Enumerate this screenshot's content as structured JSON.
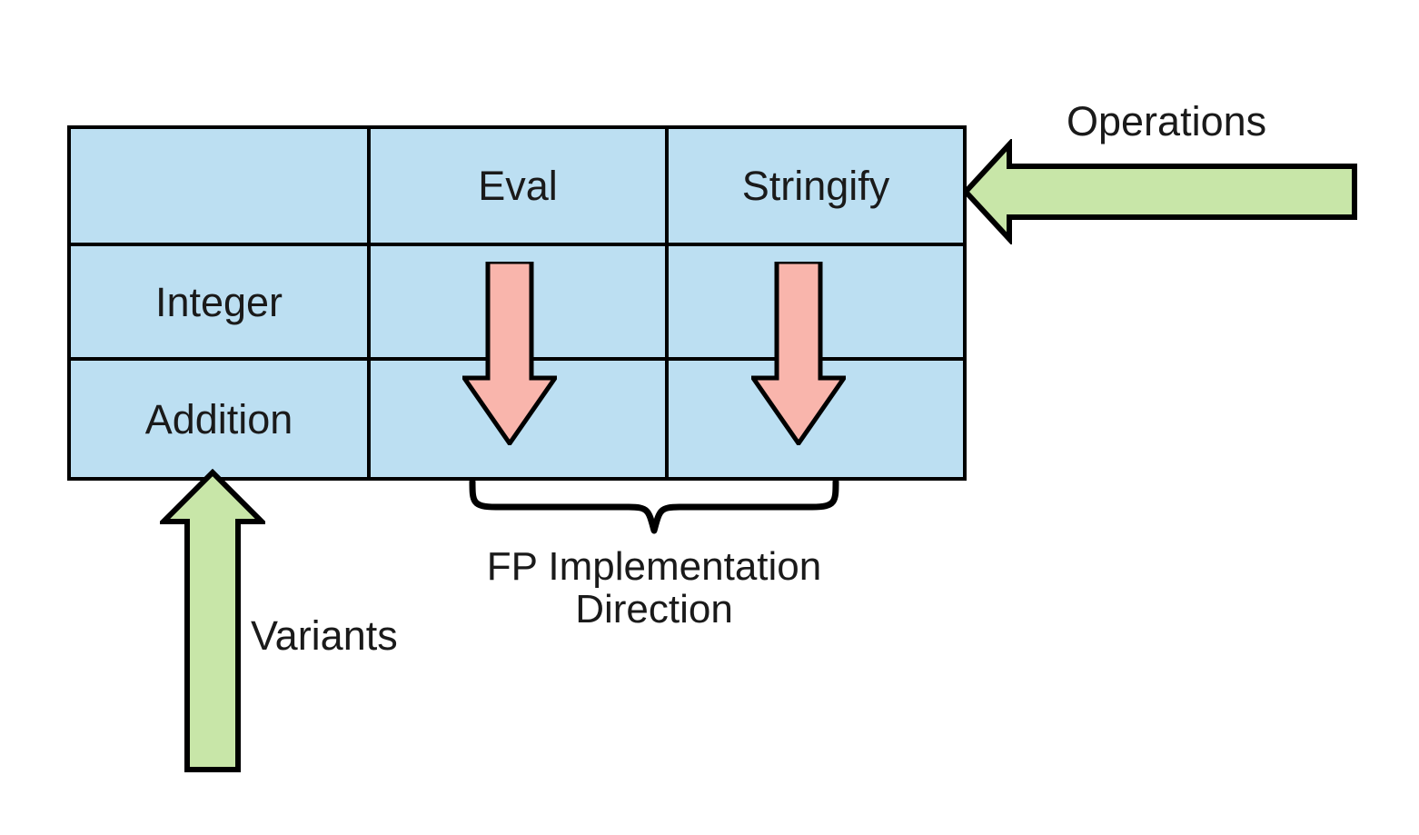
{
  "diagram": {
    "title_absent": true,
    "colors": {
      "cell_fill": "#bcdff2",
      "cell_border": "#000000",
      "green_arrow_fill": "#c8e6a8",
      "green_arrow_stroke": "#000000",
      "pink_arrow_fill": "#f9b5ac",
      "pink_arrow_stroke": "#000000",
      "text": "#1a1a1a",
      "background": "#ffffff",
      "brace_stroke": "#000000"
    },
    "matrix": {
      "corner_cell": "",
      "column_headers": [
        "Eval",
        "Stringify"
      ],
      "row_headers": [
        "Integer",
        "Addition"
      ],
      "cells": [
        [
          "",
          ""
        ],
        [
          "",
          ""
        ]
      ],
      "cell_icons": [
        [
          "down-arrow-icon",
          "down-arrow-icon"
        ],
        [
          "down-arrow-icon",
          "down-arrow-icon"
        ]
      ]
    },
    "annotations": {
      "operations_label": "Operations",
      "operations_arrow_icon": "left-arrow-icon",
      "variants_label": "Variants",
      "variants_arrow_icon": "up-arrow-icon",
      "fp_direction_label": "FP Implementation Direction",
      "fp_direction_line1": "FP Implementation",
      "fp_direction_line2": "Direction",
      "fp_direction_brace_icon": "curly-brace-down-icon",
      "column_arrow_icon_eval": "down-arrow-icon",
      "column_arrow_icon_stringify": "down-arrow-icon"
    }
  }
}
